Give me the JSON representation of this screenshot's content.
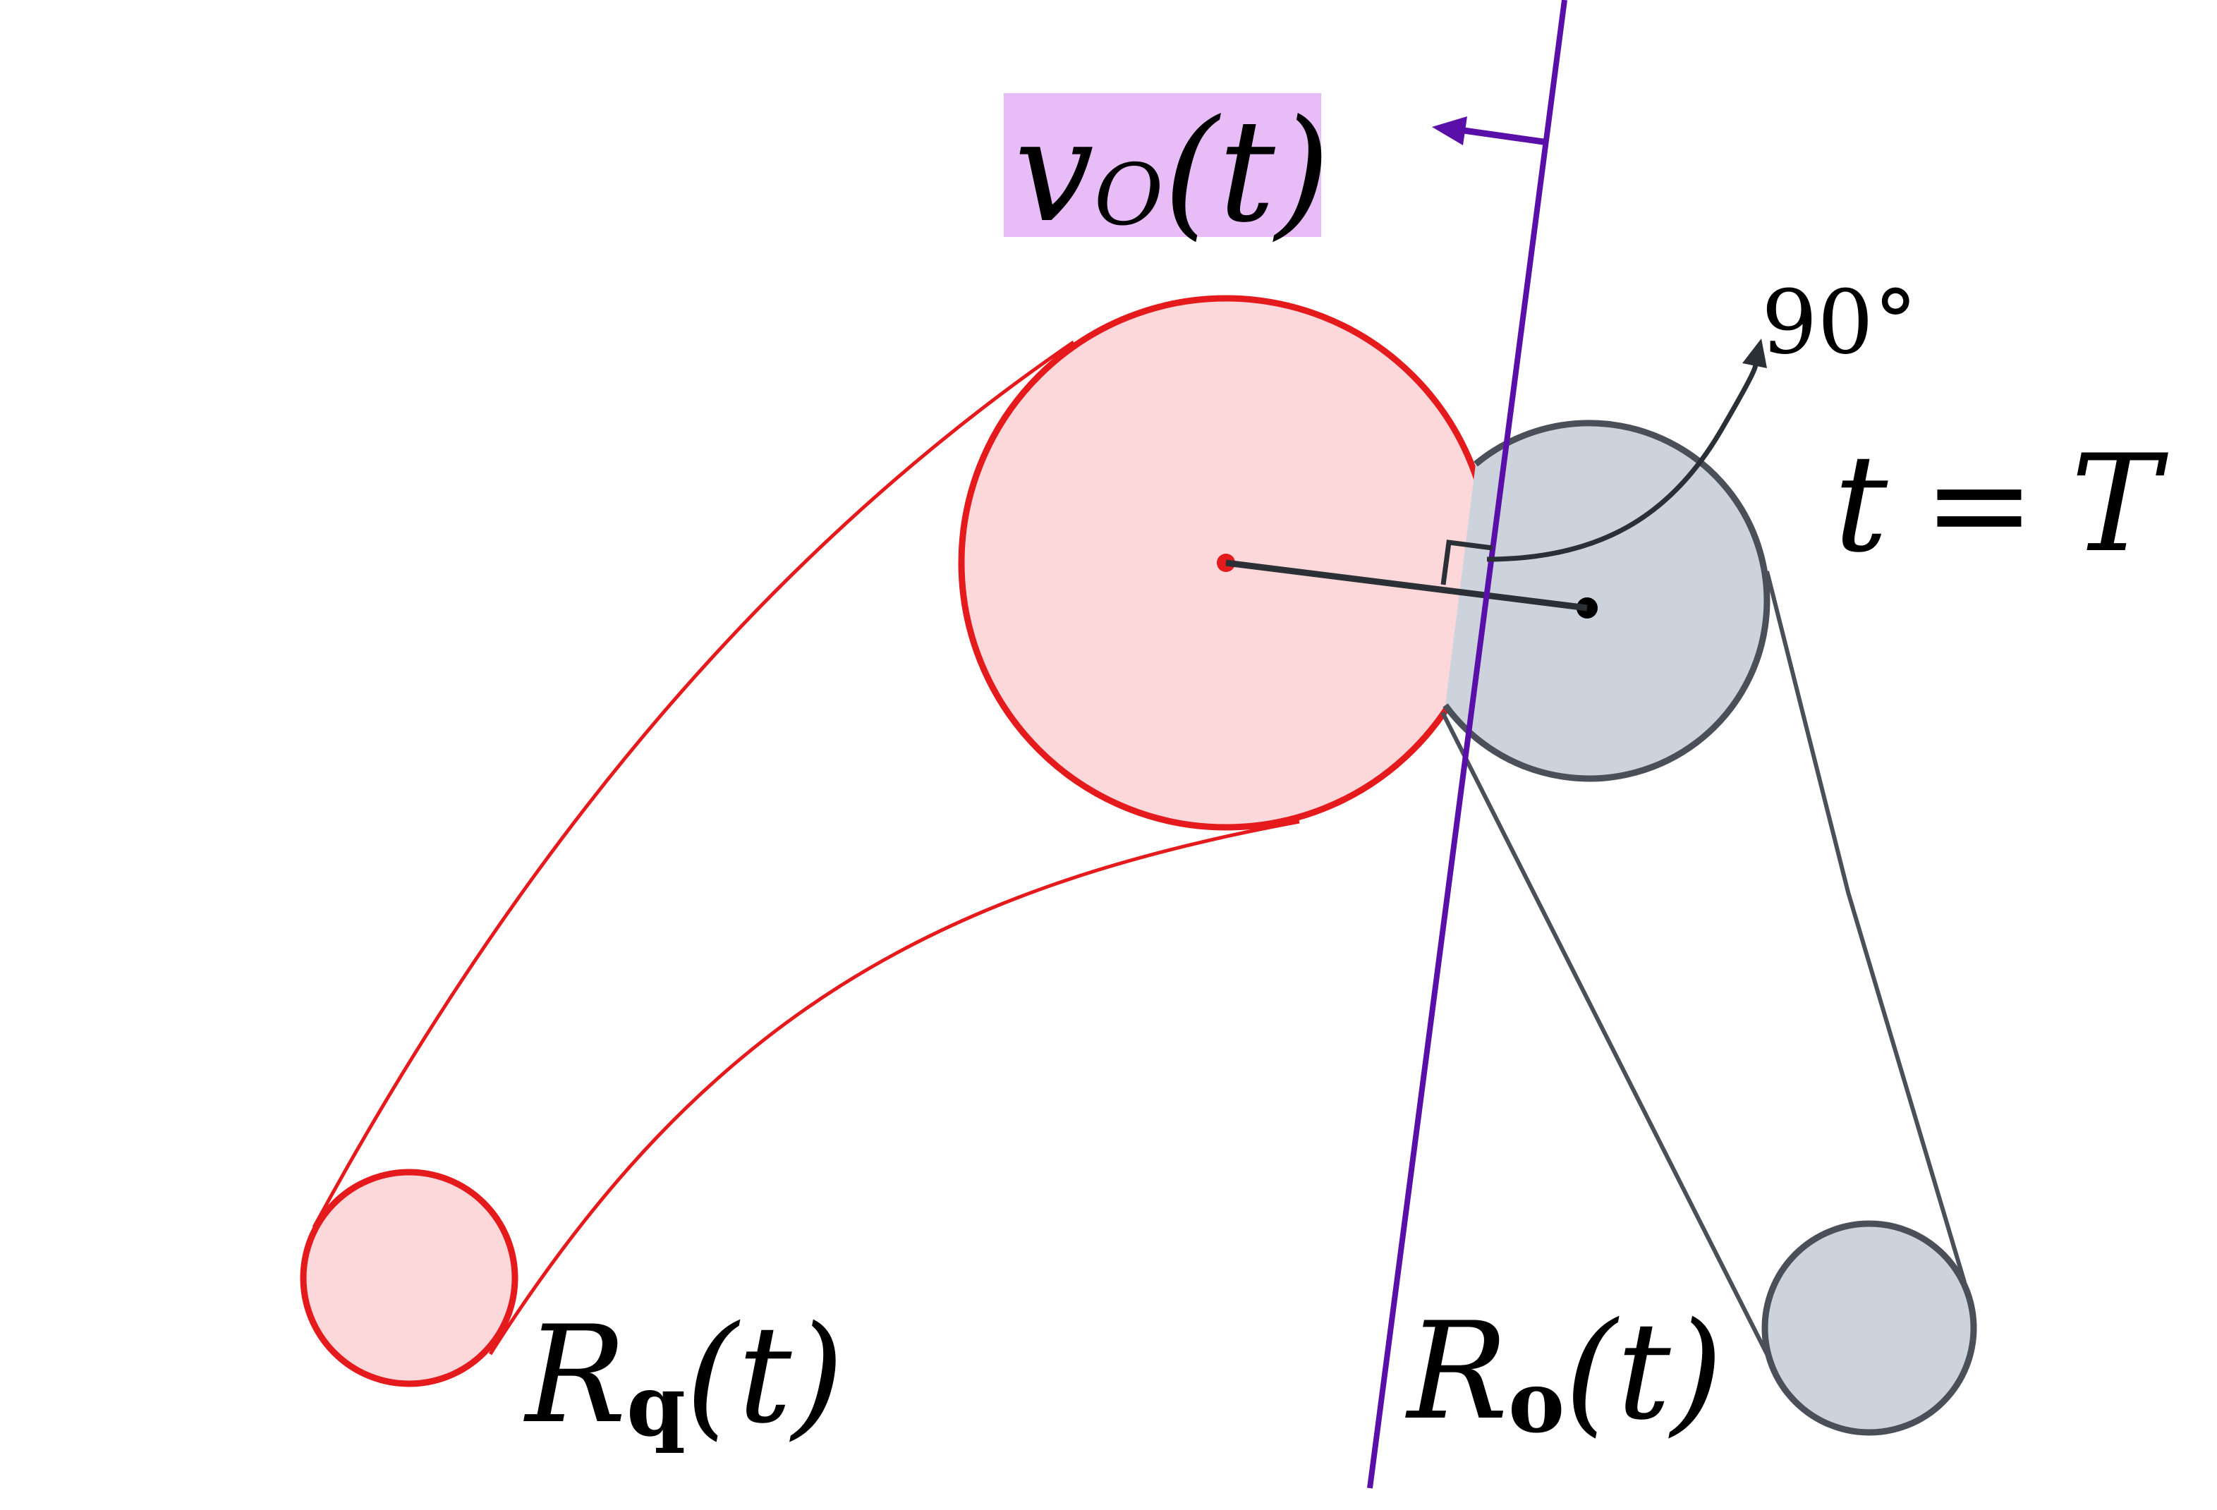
{
  "colors": {
    "robot_stroke": "#e41a1c",
    "robot_fill": "#fdd8da",
    "obstacle_stroke": "#4a4f5a",
    "obstacle_fill": "#ccd3dc",
    "plane_stroke": "#5a10a8",
    "label_bg": "#e8bdf7",
    "segment": "#2b2f36",
    "text": "#000000"
  },
  "labels": {
    "velocity": {
      "symbol": "v",
      "subscript": "O",
      "arg": "(t)"
    },
    "angle": "90°",
    "time": {
      "lhs": "t",
      "eq": "=",
      "rhs": "T"
    },
    "robot_region": {
      "symbol": "R",
      "subscript": "q",
      "arg": "(t)"
    },
    "obstacle_region": {
      "symbol": "R",
      "subscript": "o",
      "arg": "(t)"
    }
  },
  "icons": {
    "right_angle": "right-angle-marker-icon",
    "velocity_arrow": "arrow-left-icon",
    "rotation_arrow": "curved-arrow-icon"
  }
}
